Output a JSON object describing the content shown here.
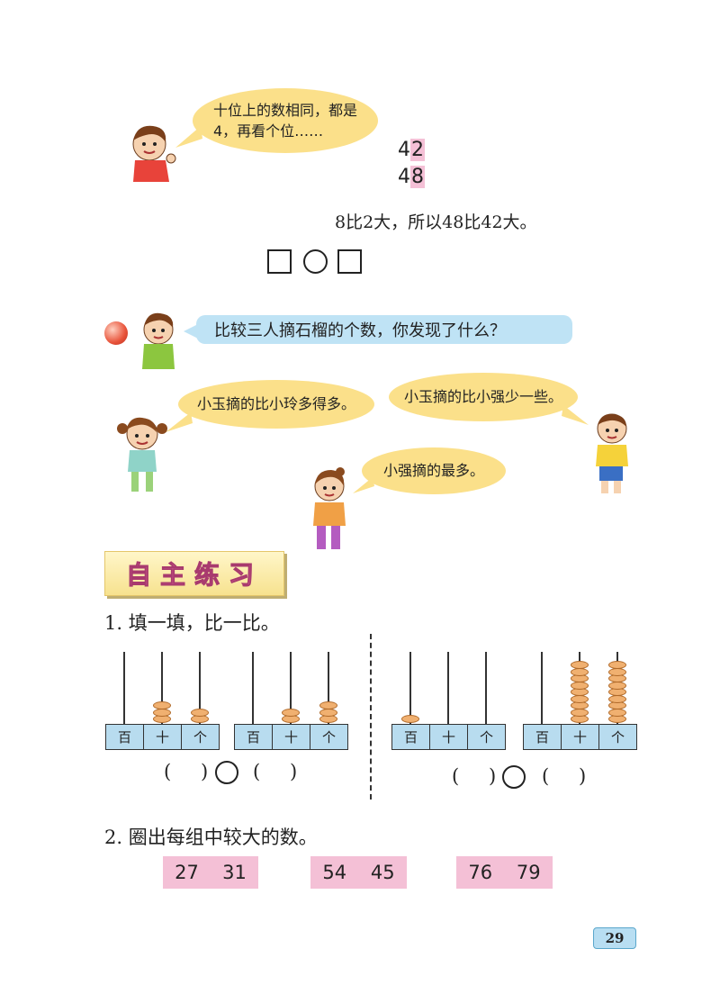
{
  "top": {
    "bubble_text_line1": "十位上的数相同，都是",
    "bubble_text_line2": "4，再看个位……",
    "num_top_tens": "4",
    "num_top_ones": "2",
    "num_bot_tens": "4",
    "num_bot_ones": "8",
    "conclusion": "8比2大，所以48比42大。"
  },
  "discussion": {
    "question": "比较三人摘石榴的个数，你发现了什么？",
    "bubble_left": "小玉摘的比小玲多得多。",
    "bubble_right": "小玉摘的比小强少一些。",
    "bubble_center": "小强摘的最多。"
  },
  "section_title": "自主练习",
  "q1": {
    "title": "1. 填一填，比一比。",
    "place_labels": [
      "百",
      "十",
      "个"
    ],
    "paren_open": "(",
    "paren_close": ")",
    "abaci": [
      {
        "hundreds": 0,
        "tens": 3,
        "ones": 2
      },
      {
        "hundreds": 0,
        "tens": 2,
        "ones": 3
      },
      {
        "hundreds": 1,
        "tens": 0,
        "ones": 0
      },
      {
        "hundreds": 0,
        "tens": 9,
        "ones": 9
      }
    ]
  },
  "q2": {
    "title": "2. 圈出每组中较大的数。",
    "groups": [
      {
        "a": "27",
        "b": "31"
      },
      {
        "a": "54",
        "b": "45"
      },
      {
        "a": "76",
        "b": "79"
      }
    ]
  },
  "page_number": "29"
}
